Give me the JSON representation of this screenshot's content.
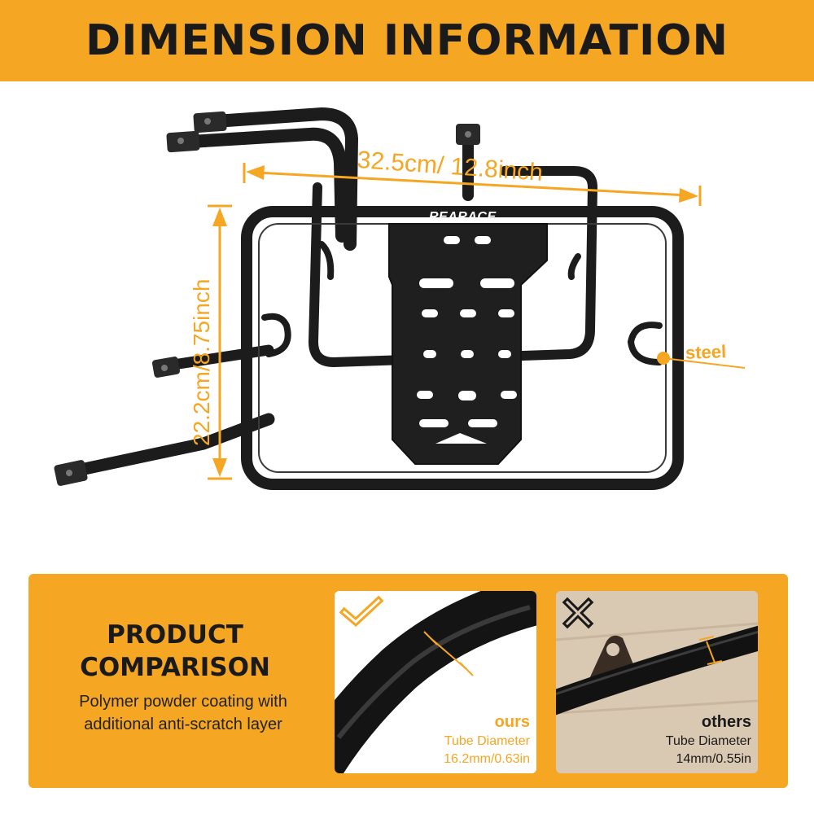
{
  "banner": {
    "title": "DIMENSION INFORMATION"
  },
  "product": {
    "brand": "REARACE",
    "width_label": "32.5cm/ 12.8inch",
    "height_label": "22.2cm/8.75inch",
    "material_label": "steel"
  },
  "comparison": {
    "title_line1": "PRODUCT",
    "title_line2": "COMPARISON",
    "desc_line1": "Polymer powder coating with",
    "desc_line2": "additional anti-scratch layer",
    "ours": {
      "badge_icon": "check-icon",
      "label": "ours",
      "spec_name": "Tube Diameter",
      "spec_value": "16.2mm/0.63in"
    },
    "others": {
      "badge_icon": "cross-icon",
      "label": "others",
      "spec_name": "Tube Diameter",
      "spec_value": "14mm/0.55in"
    }
  },
  "colors": {
    "accent": "#f5a623",
    "dark": "#1a1a1a",
    "frame": "#1c1c1c"
  }
}
